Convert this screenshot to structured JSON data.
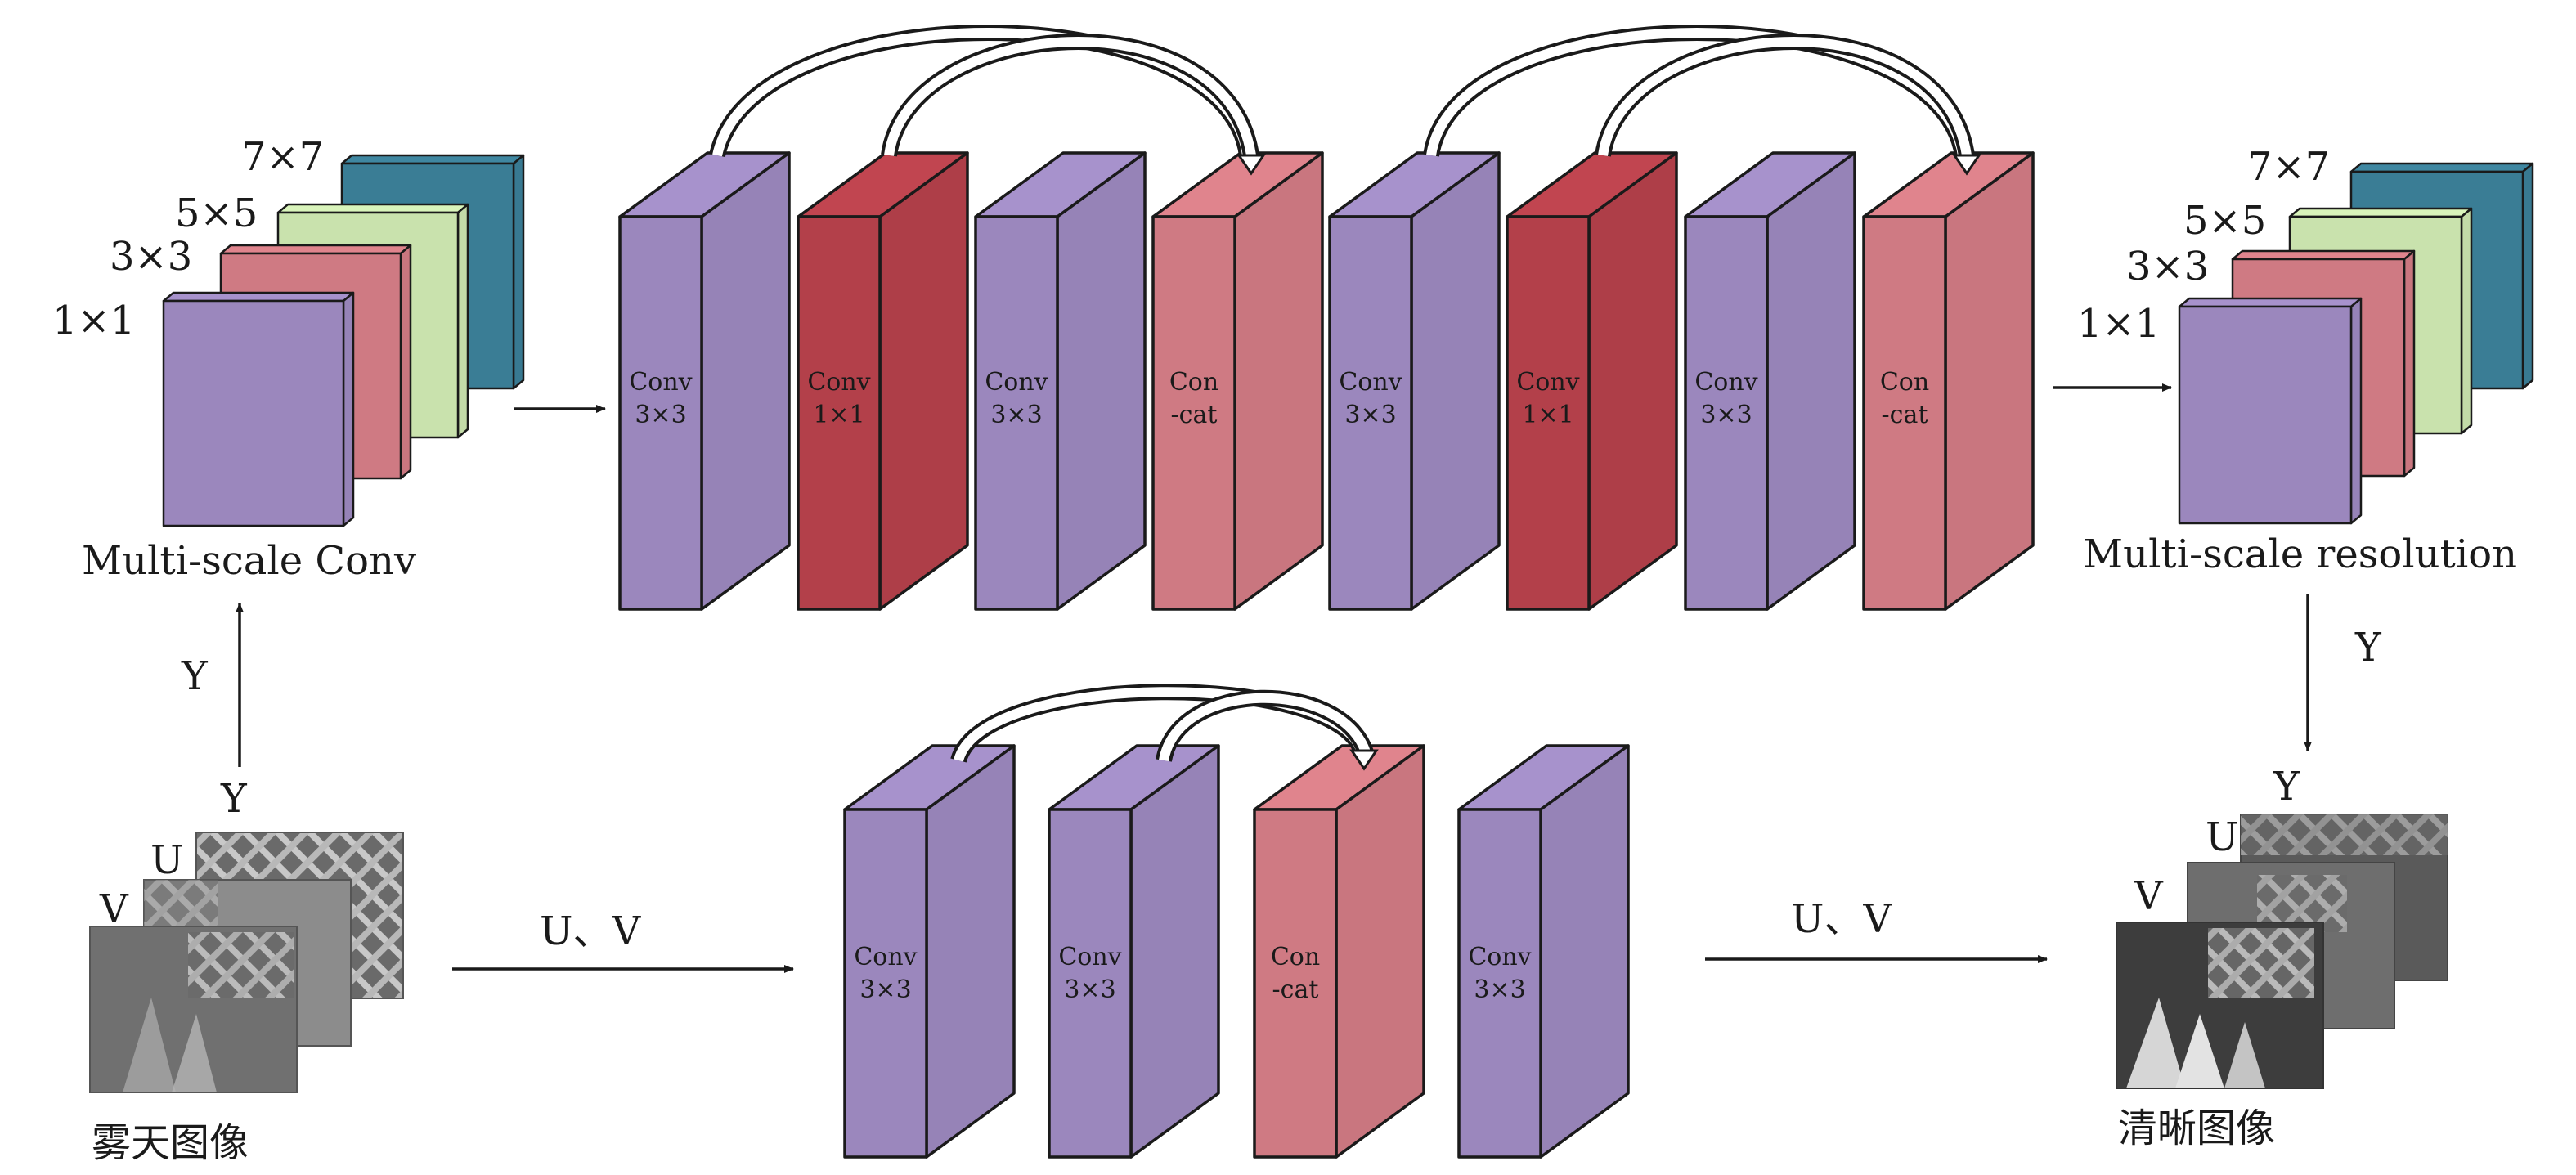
{
  "colors": {
    "purple": [
      "#9b87bd",
      "#5a4680"
    ],
    "dark_red": [
      "#b3404a",
      "#5e1a20"
    ],
    "pink": [
      "#cf7a83",
      "#6e2b32"
    ],
    "green": [
      "#c9e2ad",
      "#7aa856"
    ],
    "teal": [
      "#3a7d95",
      "#1d4e60"
    ],
    "photo": [
      "#7e7e7e",
      "#444444"
    ]
  },
  "left_stack": {
    "layers": [
      {
        "label": "1×1",
        "color": "purple"
      },
      {
        "label": "3×3",
        "color": "pink"
      },
      {
        "label": "5×5",
        "color": "green"
      },
      {
        "label": "7×7",
        "color": "teal"
      }
    ],
    "caption": "Multi-scale Conv"
  },
  "right_stack": {
    "layers": [
      {
        "label": "1×1",
        "color": "purple"
      },
      {
        "label": "3×3",
        "color": "pink"
      },
      {
        "label": "5×5",
        "color": "green"
      },
      {
        "label": "7×7",
        "color": "teal"
      }
    ],
    "caption": "Multi-scale resolution"
  },
  "top_blocks": [
    {
      "line1": "Conv",
      "line2": "3×3",
      "color": "purple"
    },
    {
      "line1": "Conv",
      "line2": "1×1",
      "color": "dark_red"
    },
    {
      "line1": "Conv",
      "line2": "3×3",
      "color": "purple"
    },
    {
      "line1": "Con",
      "line2": "-cat",
      "color": "pink"
    },
    {
      "line1": "Conv",
      "line2": "3×3",
      "color": "purple"
    },
    {
      "line1": "Conv",
      "line2": "1×1",
      "color": "dark_red"
    },
    {
      "line1": "Conv",
      "line2": "3×3",
      "color": "purple"
    },
    {
      "line1": "Con",
      "line2": "-cat",
      "color": "pink"
    }
  ],
  "bottom_blocks": [
    {
      "line1": "Conv",
      "line2": "3×3",
      "color": "purple"
    },
    {
      "line1": "Conv",
      "line2": "3×3",
      "color": "purple"
    },
    {
      "line1": "Con",
      "line2": "-cat",
      "color": "pink"
    },
    {
      "line1": "Conv",
      "line2": "3×3",
      "color": "purple"
    }
  ],
  "hazy_image": {
    "channels": [
      "Y",
      "U",
      "V"
    ],
    "caption": "雾天图像"
  },
  "clear_image": {
    "channels": [
      "Y",
      "U",
      "V"
    ],
    "caption": "清晰图像"
  },
  "edge_labels": {
    "y_up": "Y",
    "y_down": "Y",
    "uv_in": "U、V",
    "uv_out": "U、V"
  }
}
